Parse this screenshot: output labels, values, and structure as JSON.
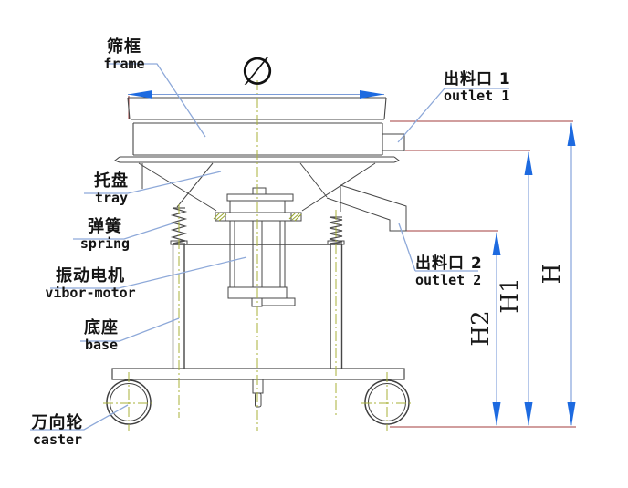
{
  "drawing": {
    "type": "technical-diagram",
    "subject": "vibrating sieve machine side elevation",
    "parts": {
      "frame": {
        "zh": "筛框",
        "en": "frame"
      },
      "tray": {
        "zh": "托盘",
        "en": "tray"
      },
      "spring": {
        "zh": "弹簧",
        "en": "spring"
      },
      "vibro_motor": {
        "zh": "振动电机",
        "en": "vibor-motor"
      },
      "base": {
        "zh": "底座",
        "en": "base"
      },
      "caster": {
        "zh": "万向轮",
        "en": "caster"
      },
      "outlet1": {
        "zh": "出料口 1",
        "en": "outlet 1"
      },
      "outlet2": {
        "zh": "出料口 2",
        "en": "outlet 2"
      }
    },
    "dimensions": {
      "diameter_symbol": "∅",
      "height_total": "H",
      "height_outlet1": "H1",
      "height_outlet2": "H2"
    },
    "colors": {
      "line": "#474747",
      "arrow_blue": "#1d6ae0",
      "dim_line_blue": "#7b9cd8",
      "leader_blue": "#8ea9d9",
      "extension_red": "#a33c3c",
      "centerline_olive": "#a9b23a",
      "background": "#ffffff"
    }
  }
}
